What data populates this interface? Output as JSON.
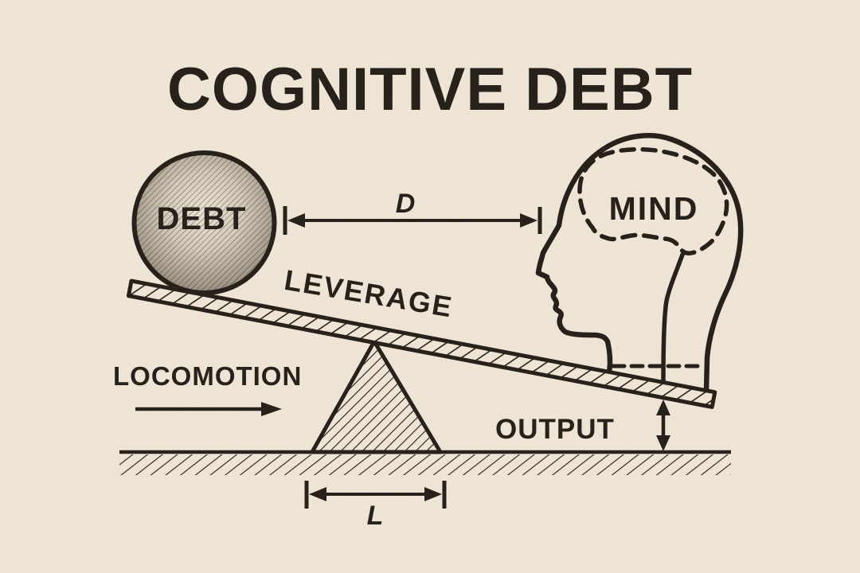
{
  "title": "COGNITIVE DEBT",
  "diagram": {
    "ball_label": "DEBT",
    "brain_label": "MIND",
    "lever_label": "LEVERAGE",
    "motion_label": "LOCOMOTION",
    "output_label": "OUTPUT",
    "distance_label": "D",
    "base_label": "L"
  },
  "colors": {
    "paper": "#f4eadb",
    "ink": "#242019"
  }
}
